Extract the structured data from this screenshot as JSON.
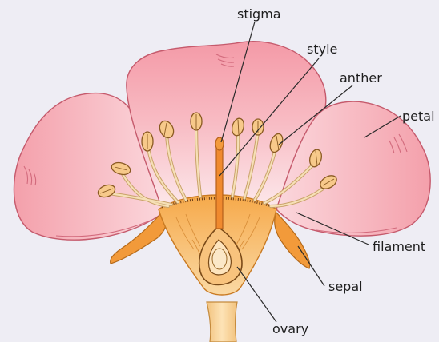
{
  "labels": {
    "stigma": "stigma",
    "style": "style",
    "anther": "anther",
    "petal": "petal",
    "filament": "filament",
    "sepal": "sepal",
    "ovary": "ovary"
  },
  "colors": {
    "background": "#eeedf4",
    "petal_fill": "#f6a9b3",
    "petal_light": "#fbd0d6",
    "petal_edge": "#c55a6c",
    "receptacle": "#f7b560",
    "receptacle_dark": "#c97a22",
    "anther": "#f7c98a",
    "filament": "#f3d8a8",
    "leader_line": "#2a2a2a"
  }
}
